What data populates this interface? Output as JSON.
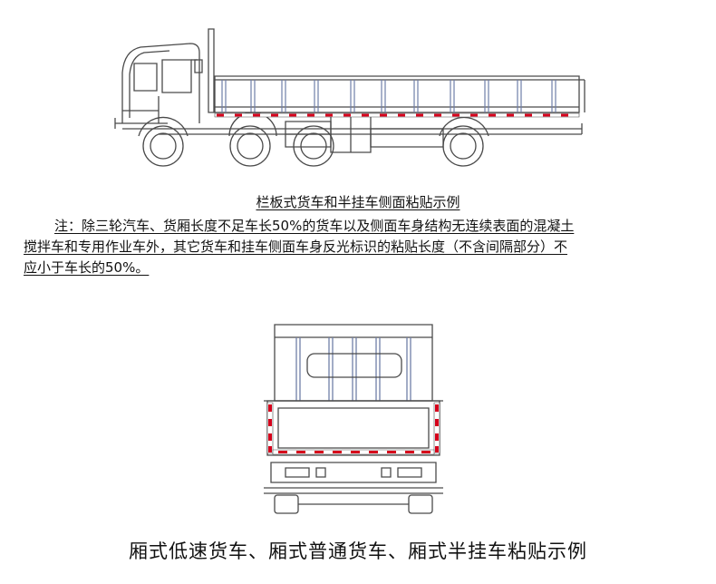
{
  "figure1": {
    "caption": "栏板式货车和半挂车侧面粘贴示例"
  },
  "note": {
    "line1": "注：除三轮汽车、货厢长度不足车长50%的货车以及侧面车身结构无连续表面的混凝土",
    "line2": "搅拌车和专用作业车外，其它货车和挂车侧面车身反光标识的粘贴长度（不含间隔部分）不",
    "line3": "应小于车长的50%。"
  },
  "figure2": {
    "caption": "厢式低速货车、厢式普通货车、厢式半挂车粘贴示例"
  },
  "colors": {
    "reflective_red": "#d6001c",
    "line": "#4a4a4a",
    "frame_blue": "#6f7fa8"
  }
}
